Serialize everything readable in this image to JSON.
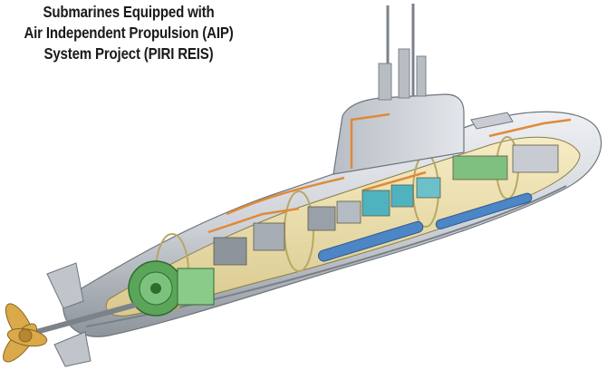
{
  "title": {
    "line1": "Submarines Equipped with",
    "line2": "Air Independent Propulsion (AIP)",
    "line3": "System Project (PIRI REIS)"
  },
  "colors": {
    "background": "#ffffff",
    "hull": "#d2d6dc",
    "hull_shadow": "#9aa0a8",
    "interior": "#f1e4b0",
    "pipes": "#e08a3a",
    "motor": "#5aa55a",
    "tank_blue": "#4d86c6",
    "cyan_equipment": "#4fb3bf",
    "propeller": "#d9a94a"
  }
}
